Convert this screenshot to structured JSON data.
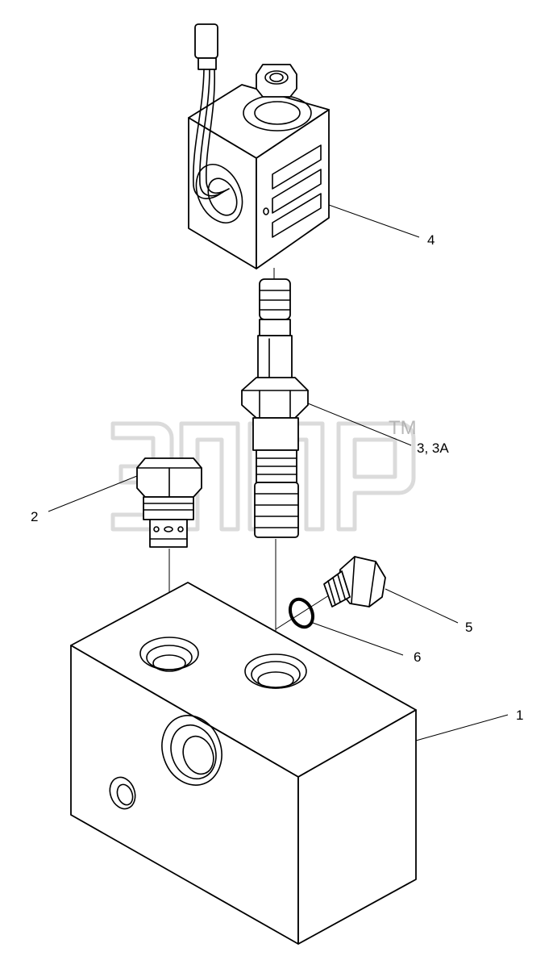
{
  "callouts": {
    "c1": "1",
    "c2": "2",
    "c3": "3, 3A",
    "c4": "4",
    "c5": "5",
    "c6": "6"
  },
  "watermark": {
    "tm": "TM"
  },
  "colors": {
    "line": "#000000",
    "watermark": "#bdbdbd",
    "background": "#ffffff"
  }
}
